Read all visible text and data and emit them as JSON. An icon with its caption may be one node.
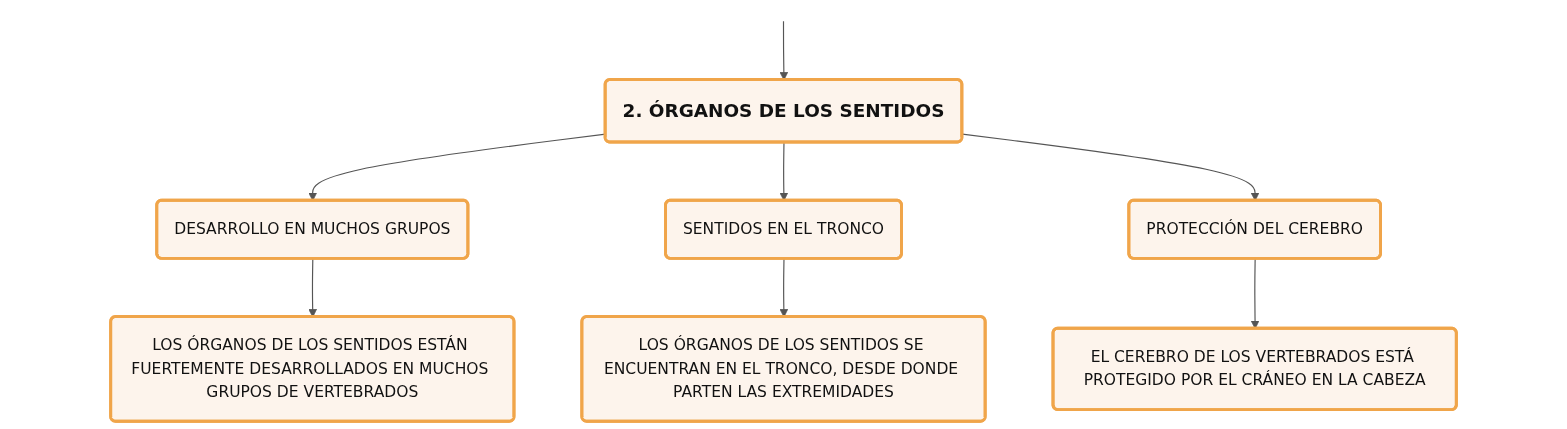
{
  "diagram": {
    "nodes": [
      {
        "text": [
          "2. ÓRGANOS DE LOS SENTIDOS"
        ]
      },
      {
        "text": [
          "DESARROLLO EN MUCHOS GRUPOS"
        ]
      },
      {
        "text": [
          "SENTIDOS EN EL TRONCO"
        ]
      },
      {
        "text": [
          "PROTECCIÓN DEL CEREBRO"
        ]
      },
      {
        "text": [
          "LOS ÓRGANOS DE LOS SENTIDOS ESTÁN FUERTEMENTE DESARROLLADOS EN MUCHOS GRUPOS DE VERTEBRADOS"
        ]
      },
      {
        "text": [
          "LOS ÓRGANOS DE LOS SENTIDOS SE ENCUENTRAN EN EL TRONCO, DESDE DONDE PARTEN LAS EXTREMIDADES"
        ]
      },
      {
        "text": [
          "EL CEREBRO DE LOS VERTEBRADOS ESTÁ PROTEGIDO POR EL CRÁNEO EN LA CABEZA"
        ]
      }
    ],
    "edges": [
      {
        "from": null,
        "to": 0,
        "arrow": "to"
      },
      {
        "from": 0,
        "to": 1,
        "arrow": "to"
      },
      {
        "from": 0,
        "to": 2,
        "arrow": "to"
      },
      {
        "from": 0,
        "to": 3,
        "arrow": "to"
      },
      {
        "from": 1,
        "to": 4,
        "arrow": "to"
      },
      {
        "from": 2,
        "to": 5,
        "arrow": "to"
      },
      {
        "from": 3,
        "to": 6,
        "arrow": "to"
      }
    ]
  }
}
